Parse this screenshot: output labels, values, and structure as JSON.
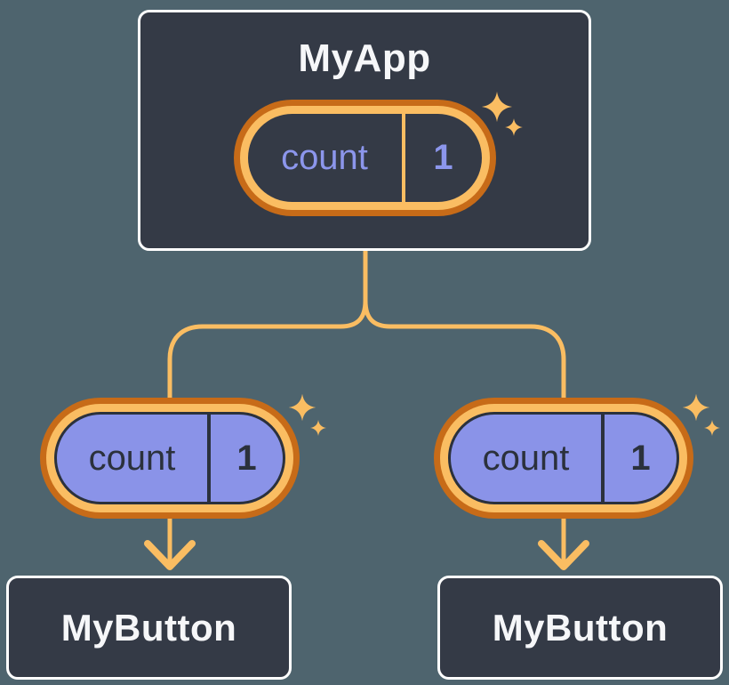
{
  "tree": {
    "root": {
      "title": "MyApp",
      "state": {
        "label": "count",
        "value": "1"
      }
    },
    "children": [
      {
        "title": "MyButton",
        "prop": {
          "label": "count",
          "value": "1"
        }
      },
      {
        "title": "MyButton",
        "prop": {
          "label": "count",
          "value": "1"
        }
      }
    ]
  },
  "colors": {
    "background": "#4E646E",
    "node_fill": "#343A46",
    "node_border": "#FFFFFF",
    "node_title_text": "#F6F7F9",
    "pill_ring_outer": "#C76B18",
    "pill_ring_inner": "#FABD62",
    "state_pill_fill": "#343A46",
    "state_pill_text": "#8C96EC",
    "prop_pill_fill": "#8A93E8",
    "prop_pill_text": "#2B313C",
    "connector_line": "#FABD62",
    "sparkle": "#FABD62"
  },
  "icons": {
    "sparkle": "four-point sparkle star",
    "arrowhead": "downward chevron arrow"
  }
}
